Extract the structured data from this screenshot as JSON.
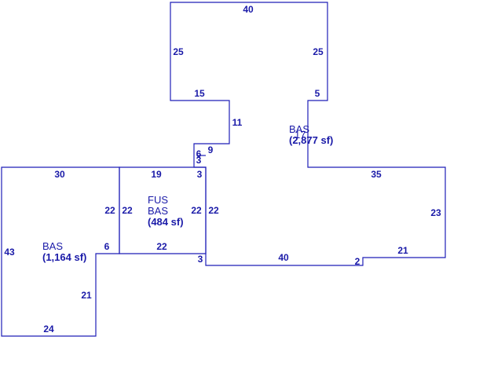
{
  "diagram": {
    "line_color": "#1f1fb8",
    "text_color": "#1a1aa8",
    "background": "#ffffff",
    "areas": [
      {
        "id": "bas-main",
        "code": "BAS",
        "area": "(2,877 sf)",
        "overlap_digits": "17"
      },
      {
        "id": "bas-left",
        "code": "BAS",
        "area": "(1,164 sf)"
      },
      {
        "id": "fus",
        "code_top": "FUS",
        "code": "BAS",
        "area": "(484 sf)"
      }
    ],
    "dimensions": {
      "top_width": "40",
      "top_left_height": "25",
      "top_right_height": "25",
      "step_width": "15",
      "step_height": "11",
      "small_6": "6",
      "small_9": "9",
      "small_3": "3",
      "notch_5": "5",
      "left_top_width": "30",
      "fus_top_width": "19",
      "fus_top_3": "3",
      "right_top_width": "35",
      "right_height": "23",
      "left_inner_22": "22",
      "fus_left_22": "22",
      "fus_right_22a": "22",
      "fus_right_22b": "22",
      "left_height": "43",
      "left_notch_6": "6",
      "fus_bottom_22": "22",
      "fus_bottom_3": "3",
      "bottom_width_40": "40",
      "bottom_step_2": "2",
      "bottom_right_21": "21",
      "left_lower_21": "21",
      "left_bottom_24": "24"
    }
  }
}
